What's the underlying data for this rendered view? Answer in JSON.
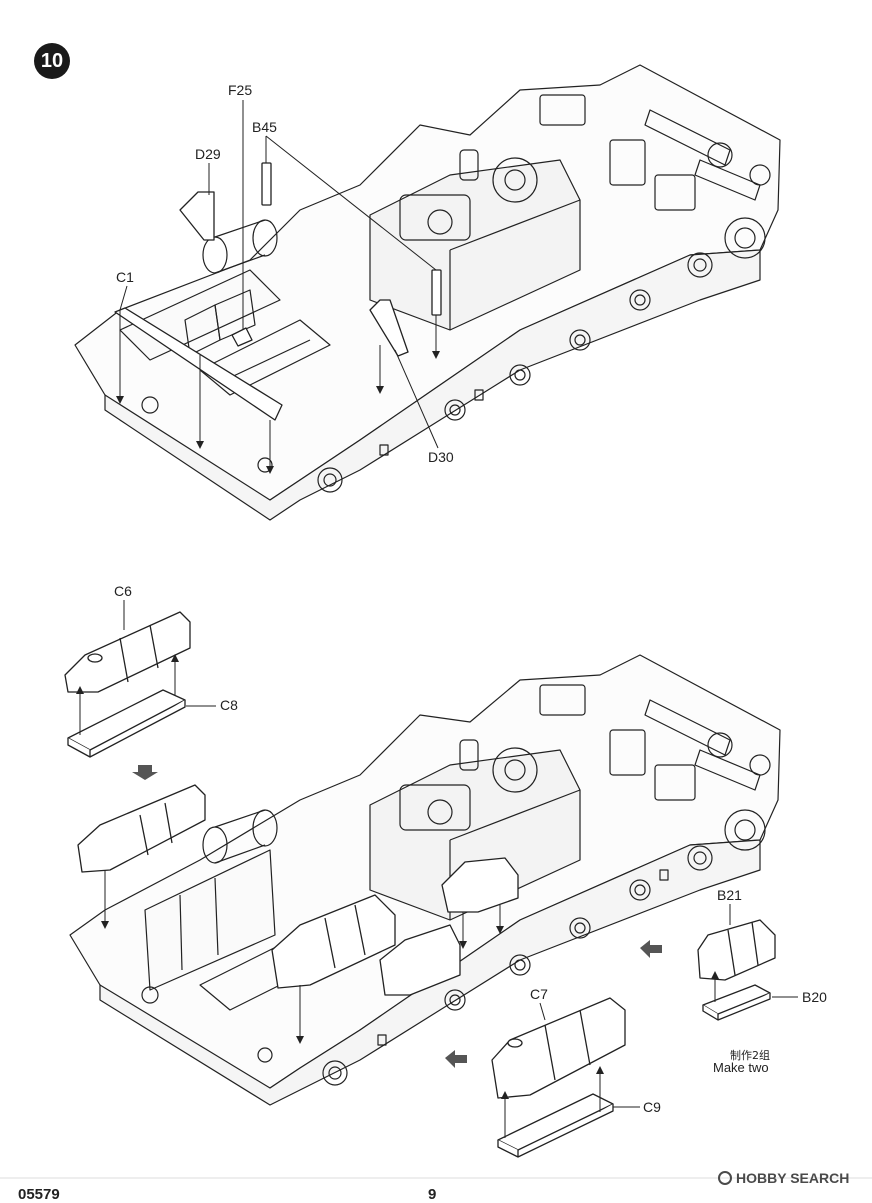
{
  "step": {
    "number": "10"
  },
  "top_assembly": {
    "parts": [
      {
        "id": "f25",
        "label": "F25"
      },
      {
        "id": "b45",
        "label": "B45"
      },
      {
        "id": "d29",
        "label": "D29"
      },
      {
        "id": "c1",
        "label": "C1"
      },
      {
        "id": "d30",
        "label": "D30"
      }
    ]
  },
  "bottom_assembly": {
    "parts": [
      {
        "id": "c6",
        "label": "C6"
      },
      {
        "id": "c8",
        "label": "C8"
      },
      {
        "id": "b21",
        "label": "B21"
      },
      {
        "id": "b20",
        "label": "B20"
      },
      {
        "id": "c7",
        "label": "C7"
      },
      {
        "id": "c9",
        "label": "C9"
      }
    ],
    "note_cn": "制作2组",
    "note_en": "Make two"
  },
  "footer": {
    "product_code": "05579",
    "page_number": "9",
    "watermark": "HOBBY SEARCH"
  }
}
